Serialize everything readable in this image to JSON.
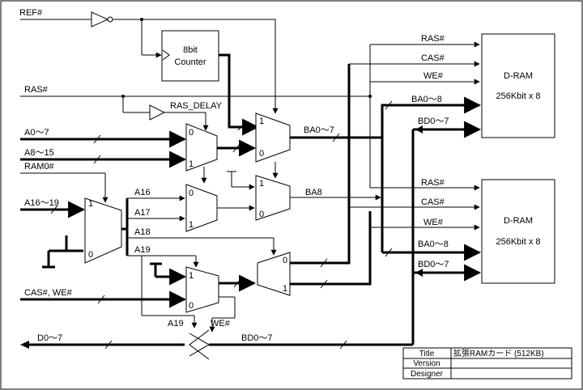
{
  "signals": {
    "ref": "REF#",
    "ras_in": "RAS#",
    "ras_delay": "RAS_DELAY",
    "a0_7": "A0～7",
    "a8_15": "A8～15",
    "ram0": "RAM0#",
    "a16_19": "A16～19",
    "a16": "A16",
    "a17": "A17",
    "a18": "A18",
    "a19": "A19",
    "a19_b": "A19",
    "cas_we": "CAS#, WE#",
    "we": "WE#",
    "d0_7": "D0～7",
    "bd0_7_bottom": "BD0～7",
    "ba0_7": "BA0～7",
    "ba8": "BA8"
  },
  "counter": {
    "line1": "8bit",
    "line2": "Counter"
  },
  "mux": {
    "in0": "0",
    "in1": "1"
  },
  "dram1": {
    "title": "D-RAM",
    "size": "256Kbit x 8",
    "ras": "RAS#",
    "cas": "CAS#",
    "we": "WE#",
    "ba": "BA0～8",
    "bd": "BD0～7"
  },
  "dram2": {
    "title": "D-RAM",
    "size": "256Kbit x 8",
    "ras": "RAS#",
    "cas": "CAS#",
    "we": "WE#",
    "ba": "BA0～8",
    "bd": "BD0～7"
  },
  "titleblock": {
    "title_label": "Title",
    "title_value": "拡張RAMカード (512KB)",
    "version_label": "Version",
    "version_value": "",
    "designer_label": "Designer",
    "designer_value": ""
  }
}
